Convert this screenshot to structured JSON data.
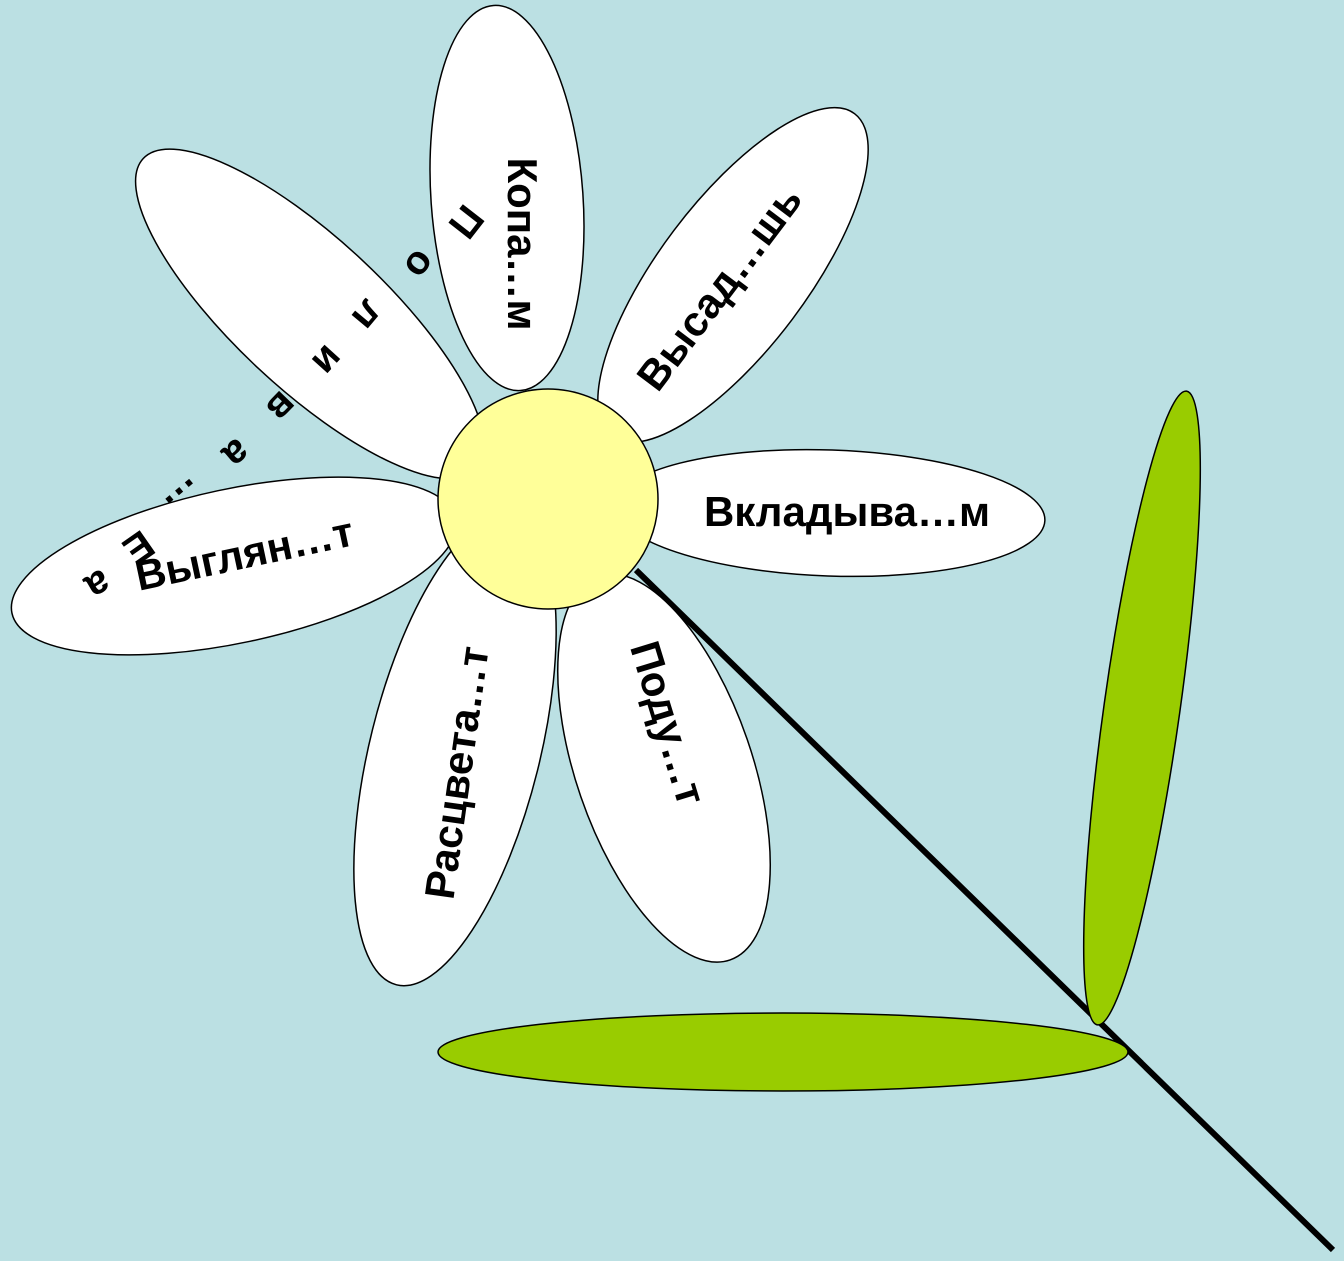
{
  "colors": {
    "background": "#bbe0e3",
    "petal": "#ffffff",
    "center": "#ffff99",
    "leaf": "#99cc00",
    "stem": "#000000"
  },
  "petals": {
    "top": "Копа…м",
    "top_right": "Высад…шь",
    "right": "Вкладыва…м",
    "bottom_right": "Поду…т",
    "bottom": "Расцвета…т",
    "left": "Выглян…т"
  },
  "arc_letters": [
    "П",
    "о",
    "л",
    "и",
    "в",
    "а",
    "…",
    "Е",
    "а"
  ]
}
